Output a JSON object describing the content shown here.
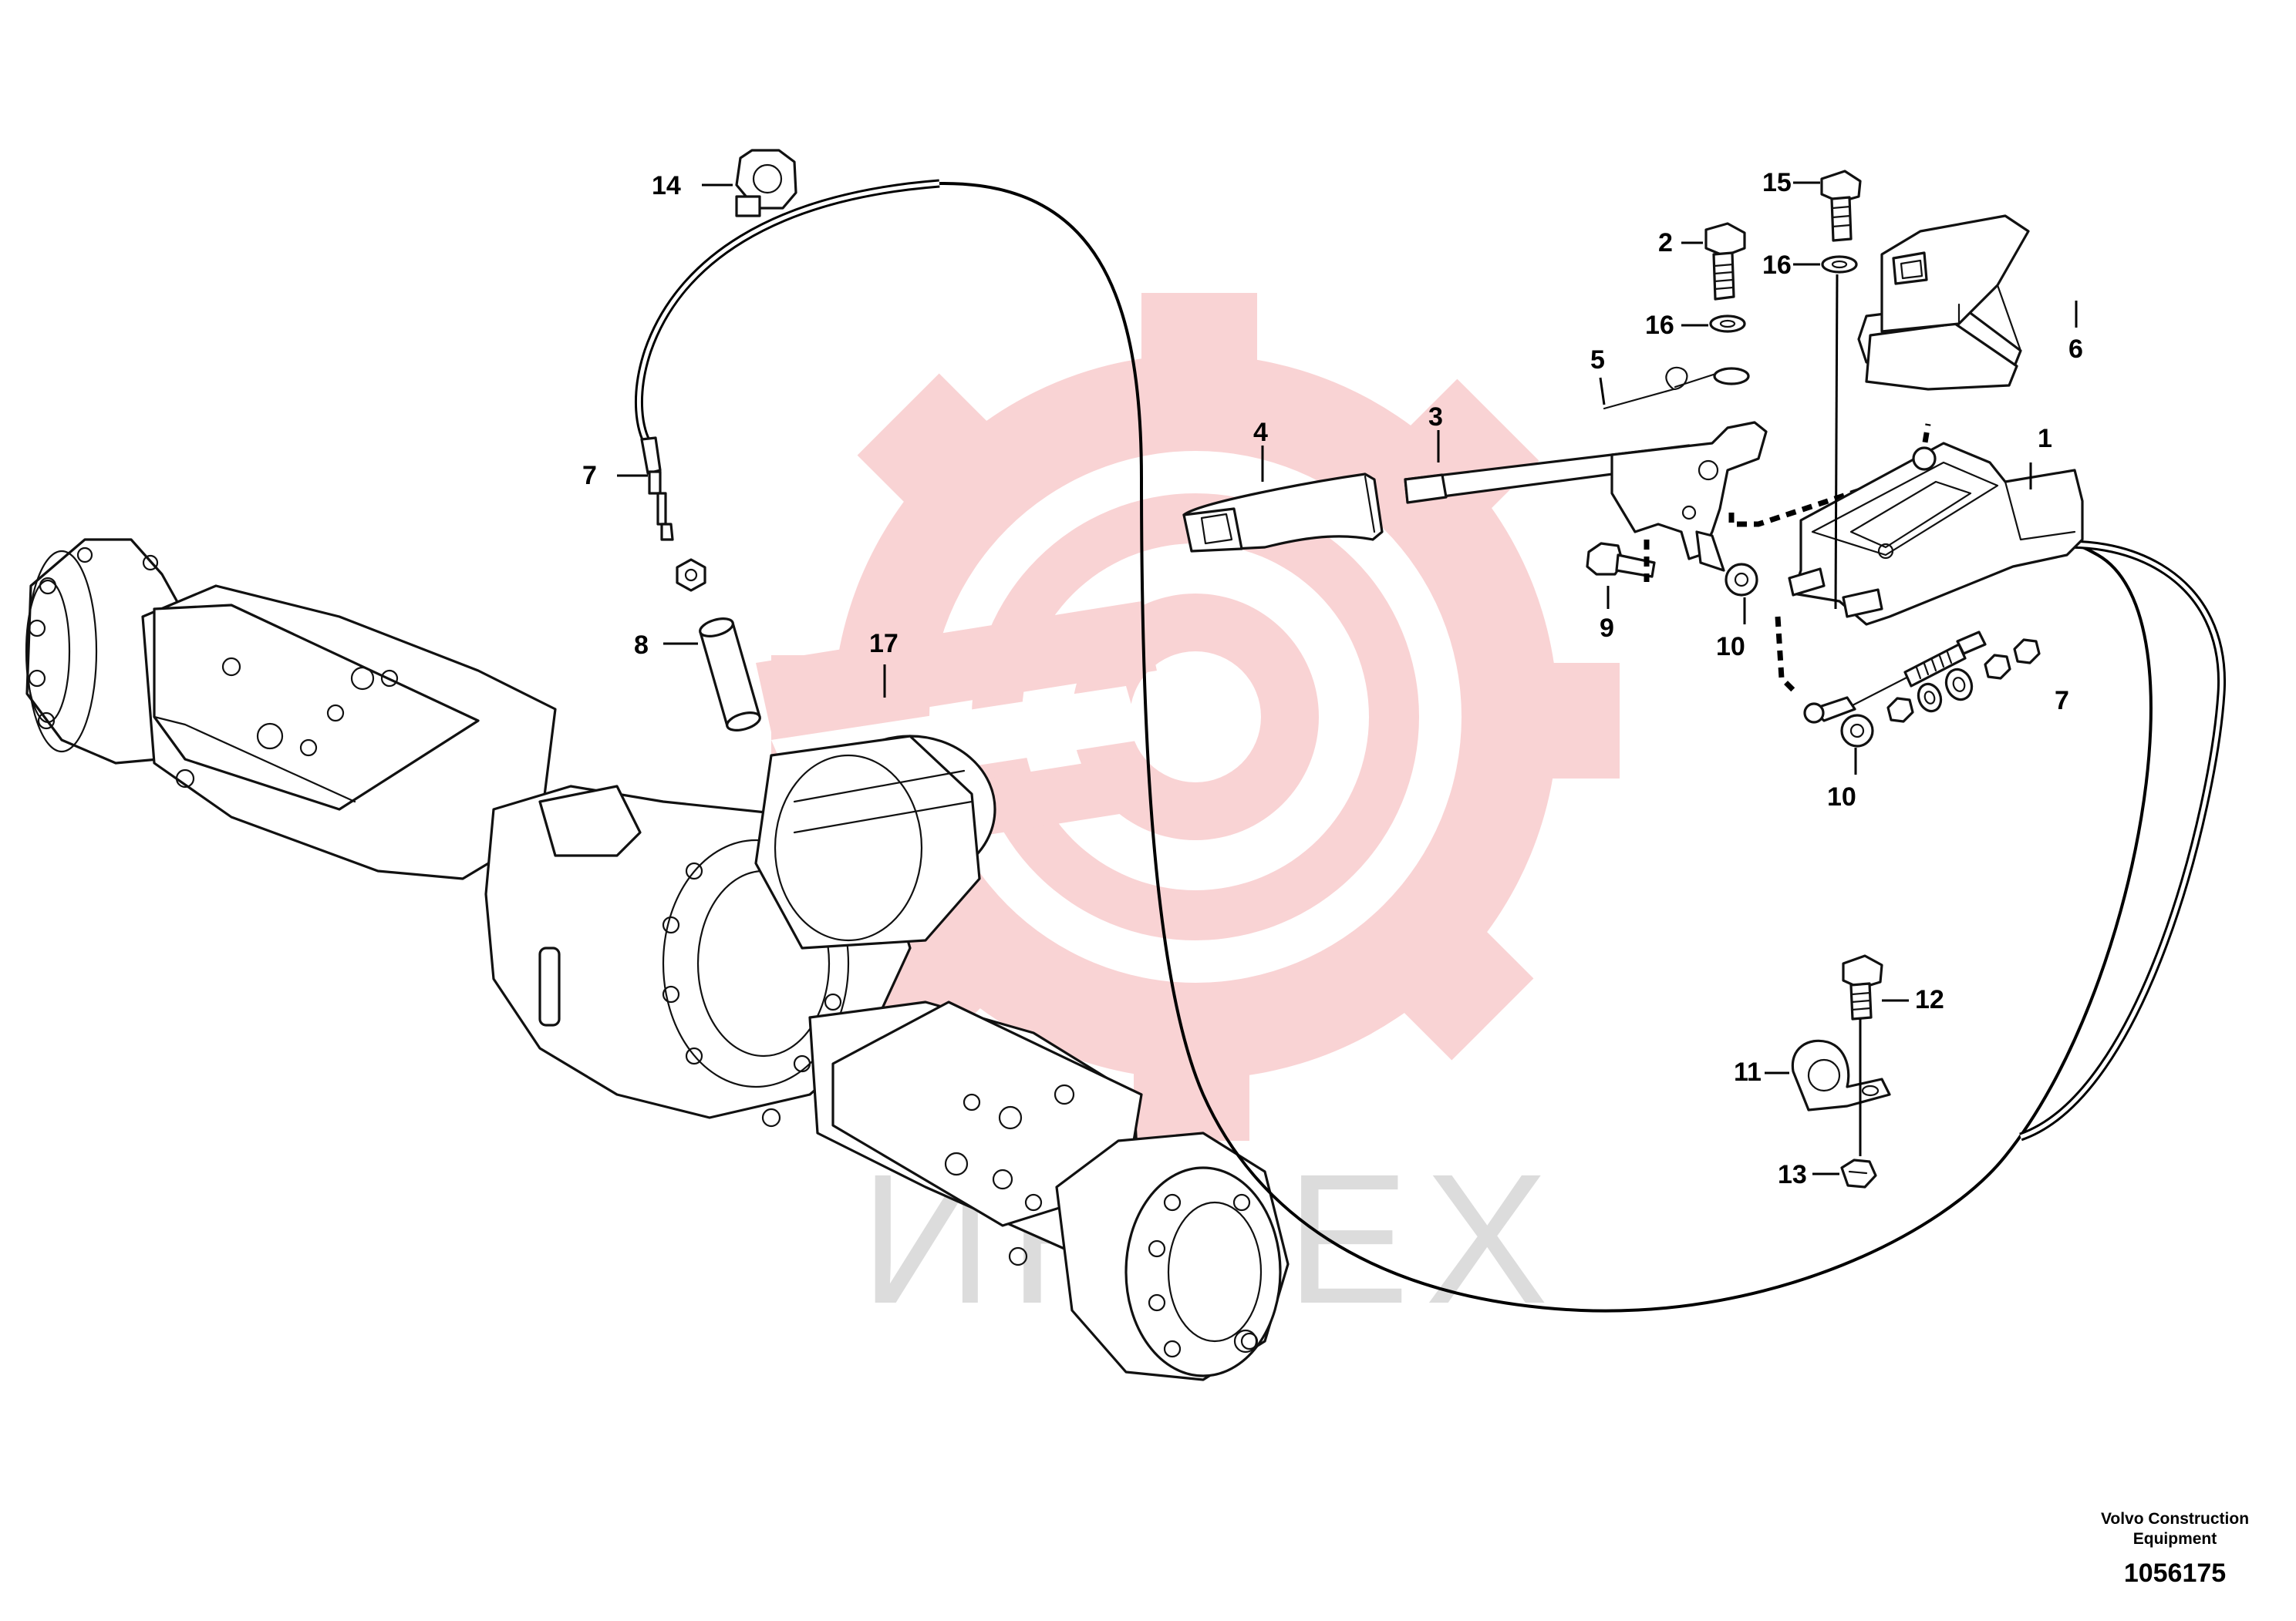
{
  "diagram": {
    "watermark_text": "ИНТЕХ",
    "callouts": [
      {
        "id": "c1",
        "label": "1"
      },
      {
        "id": "c2",
        "label": "2"
      },
      {
        "id": "c3",
        "label": "3"
      },
      {
        "id": "c4",
        "label": "4"
      },
      {
        "id": "c5",
        "label": "5"
      },
      {
        "id": "c6",
        "label": "6"
      },
      {
        "id": "c7a",
        "label": "7"
      },
      {
        "id": "c7b",
        "label": "7"
      },
      {
        "id": "c8",
        "label": "8"
      },
      {
        "id": "c9",
        "label": "9"
      },
      {
        "id": "c10a",
        "label": "10"
      },
      {
        "id": "c10b",
        "label": "10"
      },
      {
        "id": "c11",
        "label": "11"
      },
      {
        "id": "c12",
        "label": "12"
      },
      {
        "id": "c13",
        "label": "13"
      },
      {
        "id": "c14",
        "label": "14"
      },
      {
        "id": "c15",
        "label": "15"
      },
      {
        "id": "c16a",
        "label": "16"
      },
      {
        "id": "c16b",
        "label": "16"
      },
      {
        "id": "c17",
        "label": "17"
      }
    ]
  },
  "footer": {
    "line1": "Volvo Construction",
    "line2": "Equipment",
    "number": "1056175"
  },
  "colors": {
    "watermark_gear": "#f9d3d4",
    "watermark_text": "#dcdcdc",
    "ink": "#000000"
  }
}
